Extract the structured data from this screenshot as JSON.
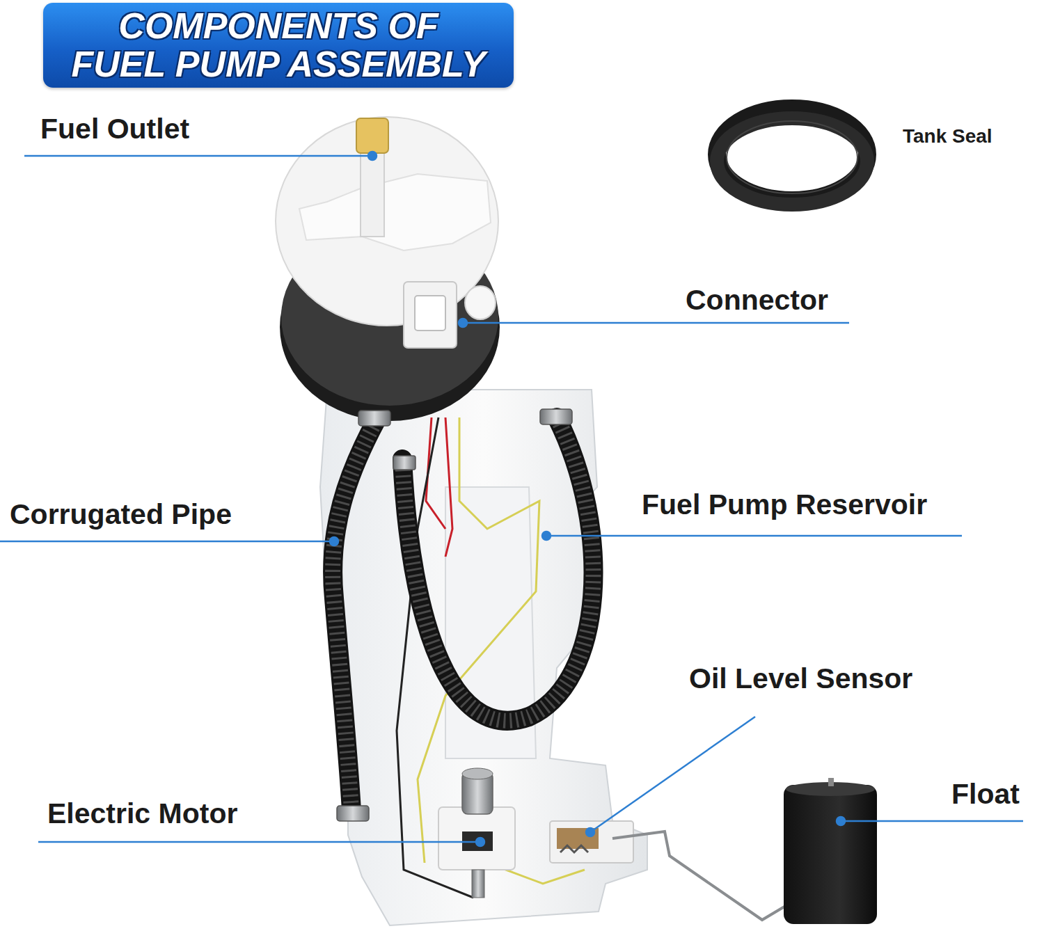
{
  "diagram": {
    "title": "COMPONENTS OF FUEL PUMP ASSEMBLY",
    "labels": [
      "Fuel Outlet",
      "Tank Seal",
      "Connector",
      "Corrugated Pipe",
      "Fuel Pump Reservoir",
      "Oil Level Sensor",
      "Float",
      "Electric Motor"
    ]
  }
}
